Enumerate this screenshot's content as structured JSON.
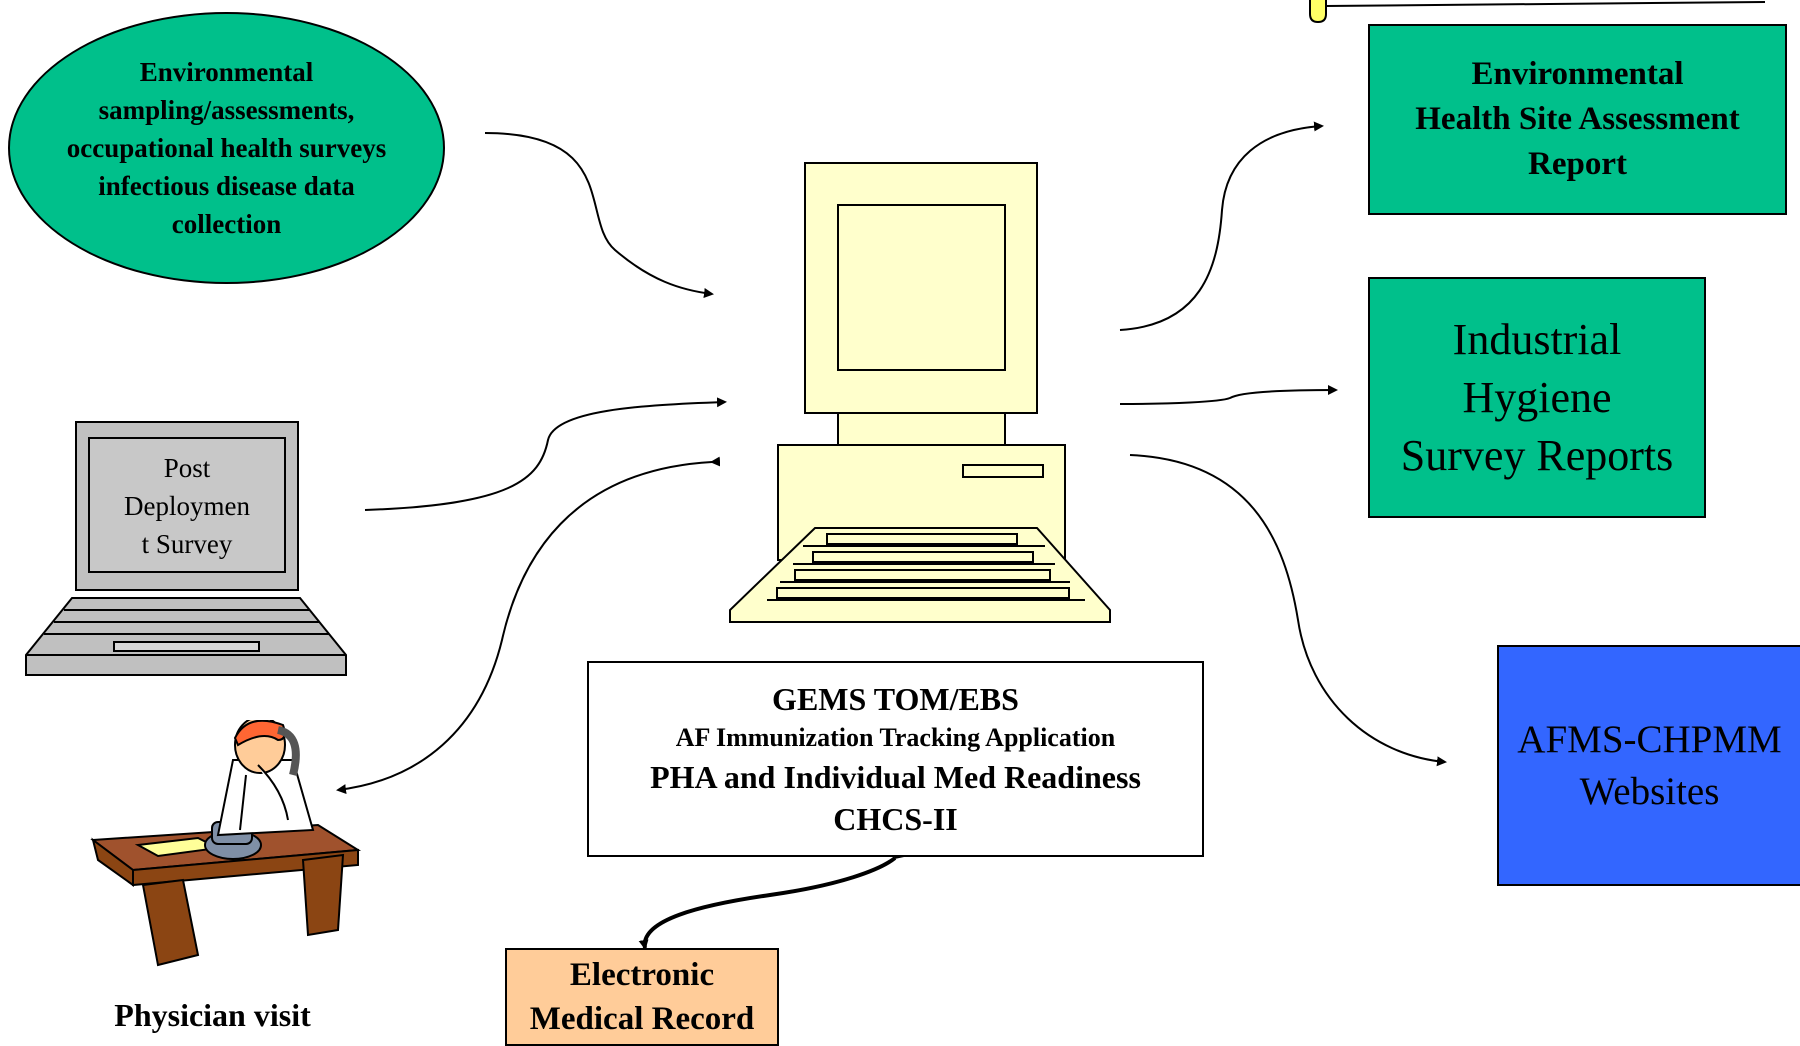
{
  "colors": {
    "teal": "#00c08b",
    "blue": "#3366ff",
    "peach": "#ffcc99",
    "computer_cream": "#ffffcc",
    "laptop_gray": "#c0c0c0",
    "sticky_yellow": "#ffff66"
  },
  "nodes": {
    "ellipse": {
      "lines": [
        "Environmental",
        "sampling/assessments,",
        "occupational health surveys",
        "infectious disease data",
        "collection"
      ]
    },
    "laptop_screen": {
      "lines": [
        "Post",
        "Deploymen",
        "t Survey"
      ]
    },
    "physician": {
      "icon": "physician-on-phone-icon",
      "label": "Physician visit"
    },
    "center_box": {
      "line1": "GEMS TOM/EBS",
      "line2": "AF Immunization Tracking Application",
      "line3": "PHA and Individual Med Readiness",
      "line4": "CHCS-II"
    },
    "emr": {
      "lines": [
        "Electronic",
        "Medical Record"
      ]
    },
    "env_report": {
      "lines": [
        "Environmental",
        "Health Site Assessment",
        "Report"
      ]
    },
    "ih_report": {
      "lines": [
        "Industrial",
        "Hygiene",
        "Survey Reports"
      ]
    },
    "afms": {
      "lines": [
        "AFMS-CHPMM",
        "Websites"
      ]
    },
    "computer": {
      "icon": "desktop-computer-icon"
    },
    "laptop": {
      "icon": "laptop-icon"
    }
  }
}
